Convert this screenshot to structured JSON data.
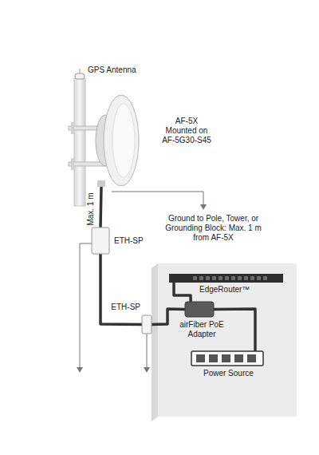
{
  "diagram": {
    "nodes": [
      {
        "text": [
          "AF-5X Mounted on AF-5G30-S45"
        ]
      },
      {
        "text": [
          "ETH-SP"
        ]
      },
      {
        "text": [
          "ETH-SP"
        ]
      },
      {
        "text": [
          "EdgeRouter™"
        ]
      },
      {
        "text": [
          "airFiber PoE Adapter"
        ]
      },
      {
        "text": [
          "Power Source"
        ]
      }
    ],
    "edges": [
      {
        "from": 0,
        "to": 1,
        "arrow": "none"
      },
      {
        "from": 1,
        "to": 2,
        "arrow": "none"
      },
      {
        "from": 2,
        "to": 4,
        "arrow": "none"
      },
      {
        "from": 4,
        "to": 3,
        "arrow": "none"
      },
      {
        "from": 4,
        "to": 5,
        "arrow": "none"
      }
    ],
    "labels": [
      "GPS Antenna",
      "Max. 1 m",
      "Ground to Pole, Tower, or Grounding Block: Max. 1 m from AF-5X"
    ]
  }
}
